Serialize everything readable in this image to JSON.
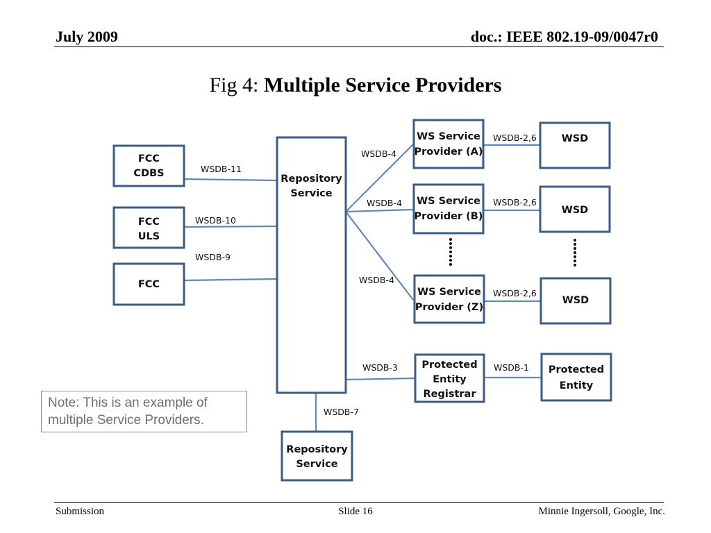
{
  "header": {
    "date": "July 2009",
    "doc_id": "doc.: IEEE 802.19-09/0047r0"
  },
  "title": {
    "prefix": "Fig 4:",
    "main": "Multiple Service Providers"
  },
  "diagram": {
    "boxes": {
      "fcc_cdbs": [
        "FCC",
        "CDBS"
      ],
      "fcc_uls": [
        "FCC",
        "ULS"
      ],
      "fcc": [
        "FCC"
      ],
      "repository_main": [
        "Repository",
        "Service"
      ],
      "ws_provider_a": [
        "WS Service",
        "Provider (A)"
      ],
      "ws_provider_b": [
        "WS Service",
        "Provider (B)"
      ],
      "ws_provider_z": [
        "WS Service",
        "Provider (Z)"
      ],
      "protected_registrar": [
        "Protected",
        "Entity",
        "Registrar"
      ],
      "protected_entity": [
        "Protected",
        "Entity"
      ],
      "wsd_a": [
        "WSD"
      ],
      "wsd_b": [
        "WSD"
      ],
      "wsd_z": [
        "WSD"
      ],
      "repository_bottom": [
        "Repository",
        "Service"
      ]
    },
    "links": {
      "cdbs": "WSDB-11",
      "uls": "WSDB-10",
      "fcc": "WSDB-9",
      "provider_a": "WSDB-4",
      "provider_b": "WSDB-4",
      "provider_z": "WSDB-4",
      "wsd_a": "WSDB-2,6",
      "wsd_b": "WSDB-2,6",
      "wsd_z": "WSDB-2,6",
      "registrar": "WSDB-3",
      "protected": "WSDB-1",
      "repository_bottom": "WSDB-7"
    }
  },
  "note": {
    "line1": "Note: This is an example of",
    "line2": "multiple Service Providers."
  },
  "footer": {
    "left": "Submission",
    "center": "Slide 16",
    "right": "Minnie Ingersoll, Google, Inc."
  }
}
